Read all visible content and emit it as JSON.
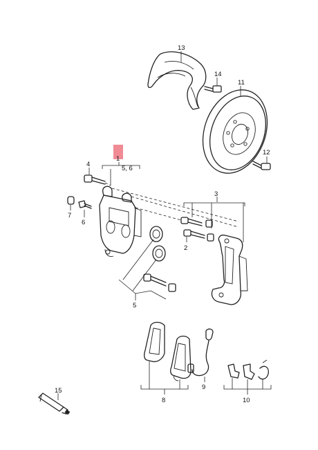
{
  "callouts": {
    "c1": "1",
    "c1_sub": "5, 6",
    "c2": "2",
    "c3": "3",
    "c4": "4",
    "c5": "5",
    "c6": "6",
    "c7": "7",
    "c8": "8",
    "c9": "9",
    "c10": "10",
    "c11": "11",
    "c12": "12",
    "c13": "13",
    "c14": "14",
    "c15": "15"
  },
  "colors": {
    "line": "#222222",
    "highlight": "#f08a94",
    "background": "#ffffff"
  }
}
